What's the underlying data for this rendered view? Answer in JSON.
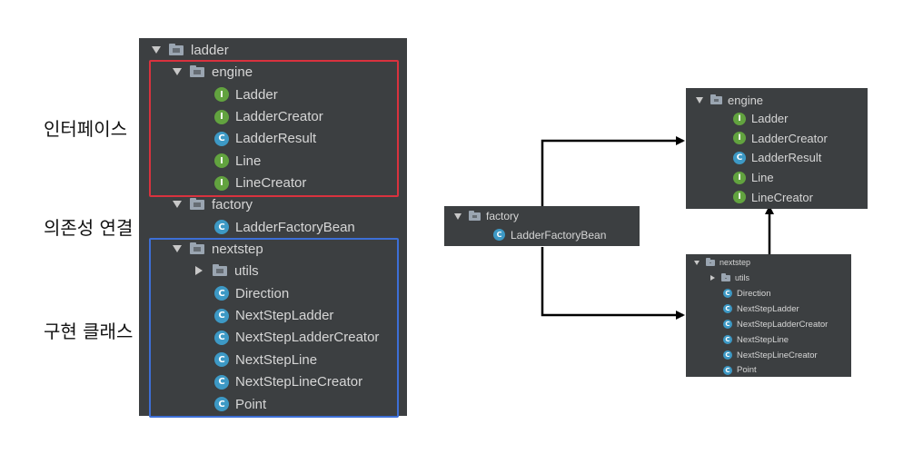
{
  "annotations": {
    "interface": "인터페이스",
    "dependency": "의존성 연결",
    "implementation": "구현 클래스"
  },
  "colors": {
    "panel_bg": "#3c3f41",
    "interface_badge": "#62a33f",
    "class_badge": "#3d99c5",
    "interface_box": "#d9323e",
    "implementation_box": "#3d6fd6"
  },
  "left_tree": {
    "root": "ladder",
    "engine": {
      "name": "engine",
      "items": [
        {
          "kind": "I",
          "label": "Ladder"
        },
        {
          "kind": "I",
          "label": "LadderCreator"
        },
        {
          "kind": "C",
          "label": "LadderResult"
        },
        {
          "kind": "I",
          "label": "Line"
        },
        {
          "kind": "I",
          "label": "LineCreator"
        }
      ]
    },
    "factory": {
      "name": "factory",
      "items": [
        {
          "kind": "C",
          "label": "LadderFactoryBean"
        }
      ]
    },
    "nextstep": {
      "name": "nextstep",
      "subfolder": "utils",
      "items": [
        {
          "kind": "C",
          "label": "Direction"
        },
        {
          "kind": "C",
          "label": "NextStepLadder"
        },
        {
          "kind": "C",
          "label": "NextStepLadderCreator"
        },
        {
          "kind": "C",
          "label": "NextStepLine"
        },
        {
          "kind": "C",
          "label": "NextStepLineCreator"
        },
        {
          "kind": "C",
          "label": "Point"
        }
      ]
    }
  },
  "right_diagram": {
    "factory": {
      "name": "factory",
      "items": [
        {
          "kind": "C",
          "label": "LadderFactoryBean"
        }
      ]
    },
    "engine": {
      "name": "engine",
      "items": [
        {
          "kind": "I",
          "label": "Ladder"
        },
        {
          "kind": "I",
          "label": "LadderCreator"
        },
        {
          "kind": "C",
          "label": "LadderResult"
        },
        {
          "kind": "I",
          "label": "Line"
        },
        {
          "kind": "I",
          "label": "LineCreator"
        }
      ]
    },
    "nextstep": {
      "name": "nextstep",
      "subfolder": "utils",
      "items": [
        {
          "kind": "C",
          "label": "Direction"
        },
        {
          "kind": "C",
          "label": "NextStepLadder"
        },
        {
          "kind": "C",
          "label": "NextStepLadderCreator"
        },
        {
          "kind": "C",
          "label": "NextStepLine"
        },
        {
          "kind": "C",
          "label": "NextStepLineCreator"
        },
        {
          "kind": "C",
          "label": "Point"
        }
      ]
    }
  }
}
